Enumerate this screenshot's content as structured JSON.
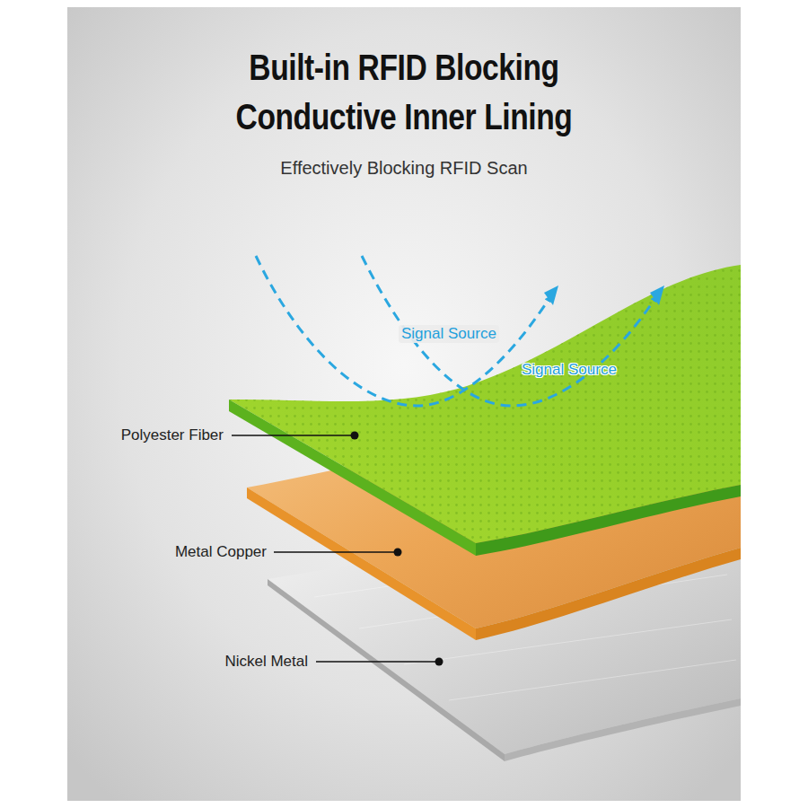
{
  "diagram": {
    "title": "Built-in RFID Blocking Conductive Inner Lining",
    "caption": "Effectively Blocking RFID Scan",
    "labels": [
      "Signal Source",
      "Signal Source",
      "Polyester Fiber",
      "Metal Copper",
      "Nickel Metal"
    ]
  }
}
